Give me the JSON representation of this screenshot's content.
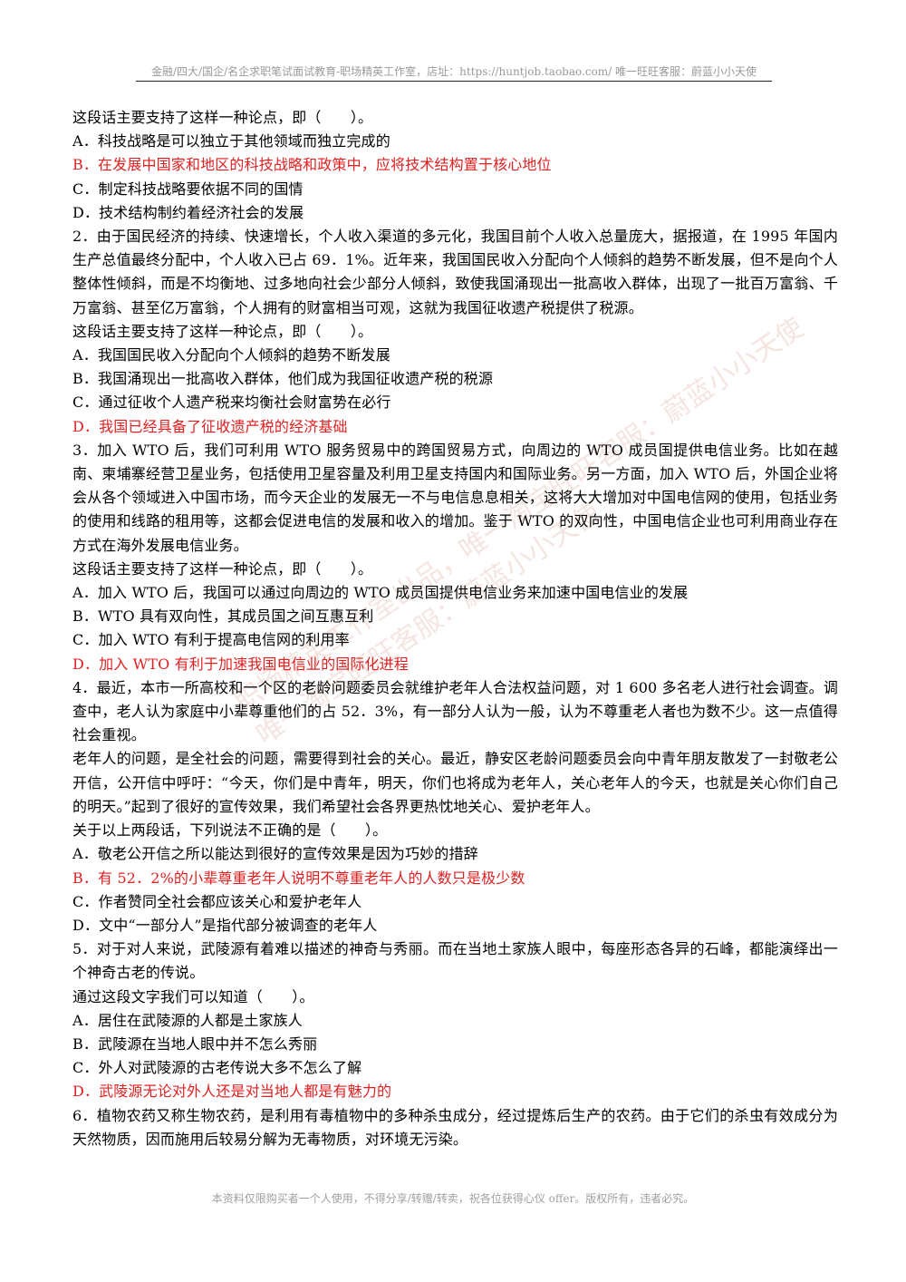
{
  "header": {
    "text": "金融/四大/国企/名企求职笔试面试教育-职场精英工作室，店址：https://huntjob.taobao.com/ 唯一旺旺客服：蔚蓝小小天使"
  },
  "blocks": [
    {
      "type": "line",
      "text": "这段话主要支持了这样一种论点，即（　　）。"
    },
    {
      "type": "line",
      "text": "A．科技战略是可以独立于其他领域而独立完成的"
    },
    {
      "type": "answer",
      "text": "B．在发展中国家和地区的科技战略和政策中，应将技术结构置于核心地位"
    },
    {
      "type": "line",
      "text": "C．制定科技战略要依据不同的国情"
    },
    {
      "type": "line",
      "text": "D．技术结构制约着经济社会的发展"
    },
    {
      "type": "para",
      "text": "2．由于国民经济的持续、快速增长，个人收入渠道的多元化，我国目前个人收入总量庞大，据报道，在 1995 年国内生产总值最终分配中，个人收入已占 69．1%。近年来，我国国民收入分配向个人倾斜的趋势不断发展，但不是向个人整体性倾斜，而是不均衡地、过多地向社会少部分人倾斜，致使我国涌现出一批高收入群体，出现了一批百万富翁、千万富翁、甚至亿万富翁，个人拥有的财富相当可观，这就为我国征收遗产税提供了税源。"
    },
    {
      "type": "line",
      "text": "这段话主要支持了这样一种论点，即（　　）。"
    },
    {
      "type": "line",
      "text": "A．我国国民收入分配向个人倾斜的趋势不断发展"
    },
    {
      "type": "line",
      "text": "B．我国涌现出一批高收入群体，他们成为我国征收遗产税的税源"
    },
    {
      "type": "line",
      "text": "C．通过征收个人遗产税来均衡社会财富势在必行"
    },
    {
      "type": "answer",
      "text": "D．我国已经具备了征收遗产税的经济基础"
    },
    {
      "type": "para",
      "text": "3．加入 WTO 后，我们可利用 WTO 服务贸易中的跨国贸易方式，向周边的 WTO 成员国提供电信业务。比如在越南、柬埔寨经营卫星业务，包括使用卫星容量及利用卫星支持国内和国际业务。另一方面，加入 WTO 后，外国企业将会从各个领域进入中国市场，而今天企业的发展无一不与电信息息相关，这将大大增加对中国电信网的使用，包括业务的使用和线路的租用等，这都会促进电信的发展和收入的增加。鉴于 WTO 的双向性，中国电信企业也可利用商业存在方式在海外发展电信业务。"
    },
    {
      "type": "line",
      "text": "这段话主要支持了这样一种论点，即（　　）。"
    },
    {
      "type": "line",
      "text": "A．加入 WTO 后，我国可以通过向周边的 WTO 成员国提供电信业务来加速中国电信业的发展"
    },
    {
      "type": "line",
      "text": "B．WTO 具有双向性，其成员国之间互惠互利"
    },
    {
      "type": "line",
      "text": "C．加入 WTO 有利于提高电信网的利用率"
    },
    {
      "type": "answer",
      "text": "D．加入 WTO 有利于加速我国电信业的国际化进程"
    },
    {
      "type": "para",
      "text": "4．最近，本市一所高校和一个区的老龄问题委员会就维护老年人合法权益问题，对 1 600 多名老人进行社会调查。调查中，老人认为家庭中小辈尊重他们的占 52．3%，有一部分人认为一般，认为不尊重老人者也为数不少。这一点值得社会重视。"
    },
    {
      "type": "para",
      "text": "老年人的问题，是全社会的问题，需要得到社会的关心。最近，静安区老龄问题委员会向中青年朋友散发了一封敬老公开信，公开信中呼吁：“今天，你们是中青年，明天，你们也将成为老年人，关心老年人的今天，也就是关心你们自己的明天。”起到了很好的宣传效果，我们希望社会各界更热忱地关心、爱护老年人。"
    },
    {
      "type": "line",
      "text": "关于以上两段话，下列说法不正确的是（　　）。"
    },
    {
      "type": "line",
      "text": "A．敬老公开信之所以能达到很好的宣传效果是因为巧妙的措辞"
    },
    {
      "type": "answer",
      "text": "B．有 52．2%的小辈尊重老年人说明不尊重老年人的人数只是极少数"
    },
    {
      "type": "line",
      "text": "C．作者赞同全社会都应该关心和爱护老年人"
    },
    {
      "type": "line",
      "text": "D．文中“一部分人”是指代部分被调查的老年人"
    },
    {
      "type": "para",
      "text": "5．对于对人来说，武陵源有着难以描述的神奇与秀丽。而在当地土家族人眼中，每座形态各异的石峰，都能演绎出一个神奇古老的传说。"
    },
    {
      "type": "line",
      "text": "通过这段文字我们可以知道（　　）。"
    },
    {
      "type": "line",
      "text": "A．居住在武陵源的人都是土家族人"
    },
    {
      "type": "line",
      "text": "B．武陵源在当地人眼中并不怎么秀丽"
    },
    {
      "type": "line",
      "text": "C．外人对武陵源的古老传说大多不怎么了解"
    },
    {
      "type": "answer",
      "text": "D．武陵源无论对外人还是对当地人都是有魅力的"
    },
    {
      "type": "para",
      "text": "6．植物农药又称生物农药，是利用有毒植物中的多种杀虫成分，经过提炼后生产的农药。由于它们的杀虫有效成分为天然物质，因而施用后较易分解为无毒物质，对环境无污染。"
    }
  ],
  "watermark": {
    "lines": [
      "职场精英工作室出品，唯一淘宝旺旺客服：蔚蓝小小天使",
      "唯一淘宝旺旺客服：蔚蓝小小天使"
    ]
  },
  "footer": {
    "text": "本资料仅限购买者一个人使用，不得分享/转赠/转卖，祝各位获得心仪 offer。版权所有，违者必究。"
  },
  "colors": {
    "answer": "#e02020",
    "header_text": "#9a9a9a",
    "footer_text": "#a0a0a0"
  }
}
